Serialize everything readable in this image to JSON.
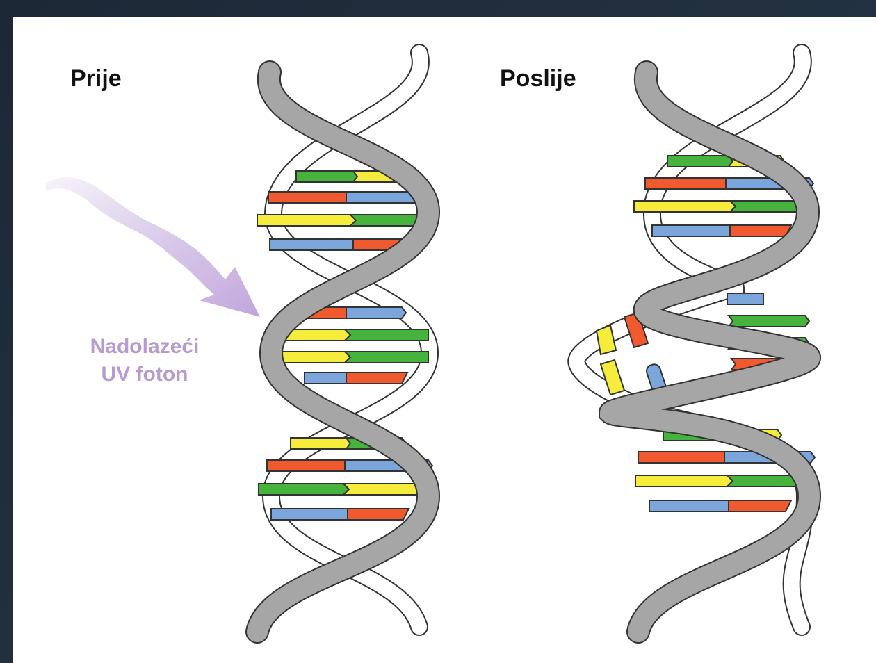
{
  "labels": {
    "before": "Prije",
    "after": "Poslije",
    "photon_line1": "Nadolazeći",
    "photon_line2": "UV foton"
  },
  "colors": {
    "background": "#1f2c3a",
    "panel": "#ffffff",
    "backbone_gray": "#a6a6a6",
    "outline": "#333333",
    "photon": "#c9b3e0",
    "photon_text": "#b79ad0",
    "base_green": "#46b43c",
    "base_yellow": "#f5ec3c",
    "base_red": "#f05a2e",
    "base_blue": "#7aa6dc"
  },
  "diagrams": [
    {
      "name": "dna-before",
      "state": "intact"
    },
    {
      "name": "dna-after",
      "state": "damaged"
    }
  ]
}
